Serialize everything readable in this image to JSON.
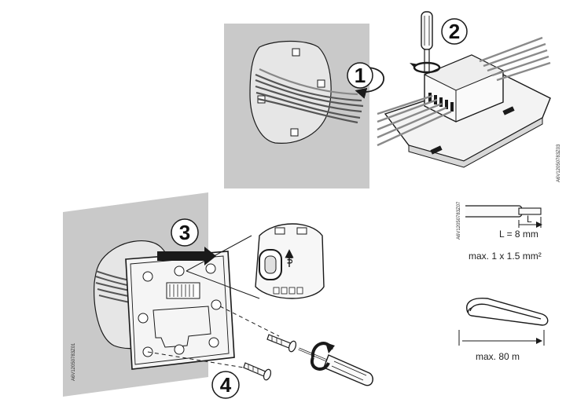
{
  "steps": [
    {
      "number": "1"
    },
    {
      "number": "2"
    },
    {
      "number": "3"
    },
    {
      "number": "4"
    }
  ],
  "labels": {
    "up_marker": "UP",
    "strip_length_symbol": "L",
    "strip_length": "L = 8 mm",
    "cable_cross_section": "max. 1 x 1.5 mm²",
    "cable_length": "max. 80 m"
  },
  "codes": {
    "fig_terminal": "A6V12050783Z03",
    "fig_strip": "A6V12050783Z07",
    "fig_mount": "A6V12050783Z01"
  },
  "colors": {
    "wall": "#c9c9c9",
    "hole": "#e6e6e6",
    "line": "#1a1a1a",
    "wire_gray": "#8a8a8a"
  }
}
